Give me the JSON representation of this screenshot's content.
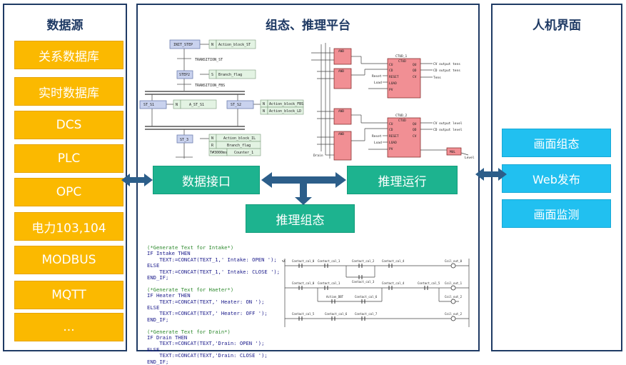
{
  "left_panel": {
    "title": "数据源",
    "items": [
      "关系数据库",
      "实时数据库",
      "DCS",
      "PLC",
      "OPC",
      "电力103,104",
      "MODBUS",
      "MQTT",
      "..."
    ]
  },
  "center_panel": {
    "title": "组态、推理平台",
    "data_interface": "数据接口",
    "inference_run": "推理运行",
    "inference_config": "推理组态",
    "sfc": {
      "init_step": "INIT_STEP",
      "step2": "STEP2",
      "transition_st": "TRANSITION_ST",
      "transition_fbs": "TRANSITION_FBS",
      "st_s1": "ST_S1",
      "st_s2": "ST_S2",
      "st_3": "ST_3",
      "action_st": "Action_block_ST",
      "branch_flag": "Branch_flag",
      "a_st_s1": "A_ST_S1",
      "action_fbs": "Action_block_FBS",
      "action_ld": "Action_block_LD",
      "action_il": "Action_block_IL",
      "counter": "Counter_1",
      "q_n": "N",
      "q_s": "S",
      "q_r": "R",
      "q_t": "T#3000ms"
    },
    "fbd": {
      "ctud1": "CTUD_1",
      "ctud2": "CTUD_2",
      "ctud": "CTUD",
      "and": "AND",
      "mul": "MUL",
      "pins_in": [
        "CU",
        "CD",
        "RESET",
        "LOAD",
        "PV"
      ],
      "pins_out": [
        "QU",
        "QD",
        "CV"
      ],
      "reset": "Reset",
      "load": "Load",
      "drain": "Drain",
      "cv_tens": "CV output tens",
      "cd_tens": "CD output tens",
      "tens": "Tens",
      "cv_level": "CV output level",
      "cd_level": "CD output level",
      "level": "Level"
    },
    "code_lines": [
      {
        "t": "(*Generate Text for Intake*)",
        "c": "cmt"
      },
      {
        "t": "IF Intake THEN",
        "c": ""
      },
      {
        "t": "    TEXT:=CONCAT(TEXT_1,' Intake: OPEN ');",
        "c": ""
      },
      {
        "t": "ELSE",
        "c": ""
      },
      {
        "t": "    TEXT:=CONCAT(TEXT_1,' Intake: CLOSE ');",
        "c": ""
      },
      {
        "t": "END_IF;",
        "c": ""
      },
      {
        "t": "",
        "c": ""
      },
      {
        "t": "(*Generate Text for Haeter*)",
        "c": "cmt"
      },
      {
        "t": "IF Heater THEN",
        "c": ""
      },
      {
        "t": "    TEXT:=CONCAT(TEXT,' Heater: ON ');",
        "c": ""
      },
      {
        "t": "ELSE",
        "c": ""
      },
      {
        "t": "    TEXT:=CONCAT(TEXT,' Heater: OFF ');",
        "c": ""
      },
      {
        "t": "END_IF;",
        "c": ""
      },
      {
        "t": "",
        "c": ""
      },
      {
        "t": "(*Generate Text for Drain*)",
        "c": "cmt"
      },
      {
        "t": "IF Drain THEN",
        "c": ""
      },
      {
        "t": "    TEXT:=CONCAT(TEXT,'Drain: OPEN ');",
        "c": ""
      },
      {
        "t": "ELSE",
        "c": ""
      },
      {
        "t": "    TEXT:=CONCAT(TEXT,'Drain: CLOSE ');",
        "c": ""
      },
      {
        "t": "END_IF;",
        "c": ""
      }
    ],
    "ladder": {
      "rail": "%X",
      "r1": [
        "Contact_cal_0",
        "Contact_cal_1",
        "Contact_cal_2",
        "Contact_cal_4",
        "Coil_out_0"
      ],
      "r1b": "Contact_cal_3",
      "r2": [
        "Contact_cal_0",
        "Contact_cal_1",
        "Contact_cal_4",
        "Contact_cal_5",
        "Coil_out_1"
      ],
      "r2b": [
        "Action_DBT",
        "Contact_cal_6",
        "Coil_out_2"
      ],
      "r3": [
        "Contact_cal_5",
        "Contact_cal_6",
        "Contact_cal_7",
        "Coil_out_2"
      ]
    }
  },
  "right_panel": {
    "title": "人机界面",
    "items": [
      "画面组态",
      "Web发布",
      "画面监测"
    ]
  },
  "colors": {
    "border": "#1f3a64",
    "source": "#fbb900",
    "hmi": "#21c0f0",
    "box": "#1db38f",
    "arrow": "#2c5e8a"
  }
}
